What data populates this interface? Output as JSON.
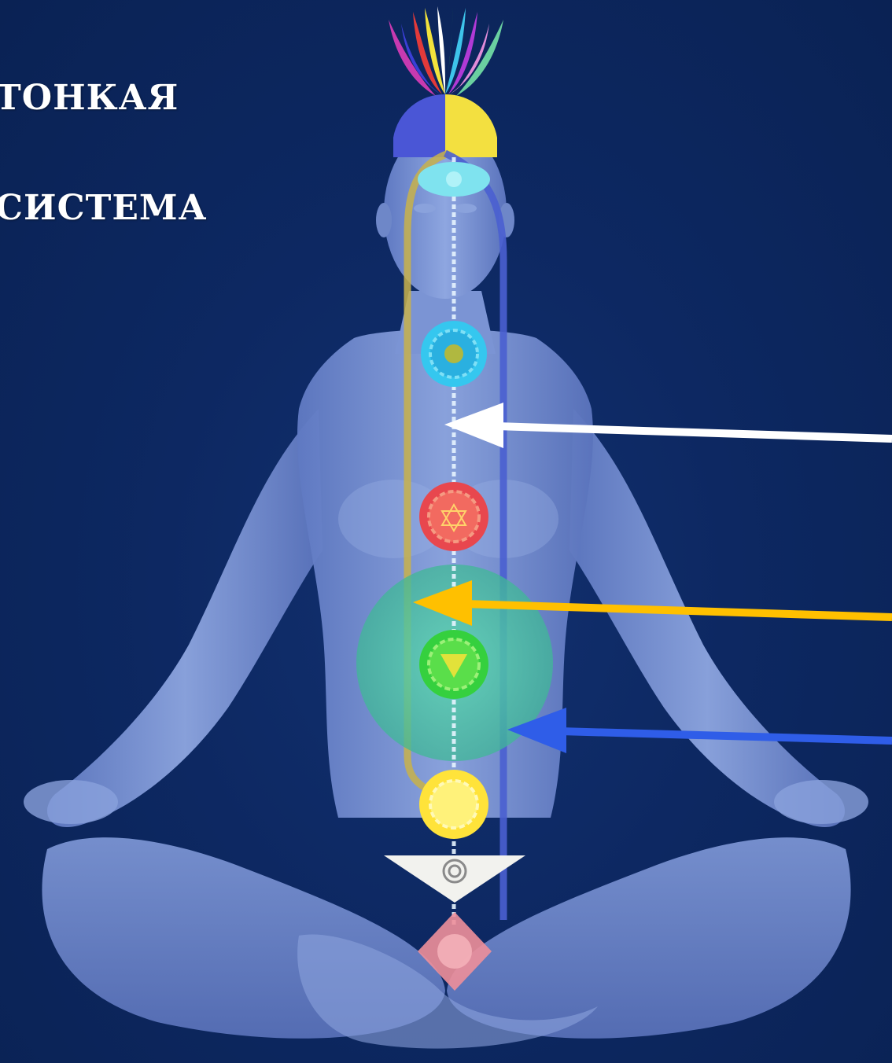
{
  "title": {
    "line1": "ТОНКАЯ",
    "line2": "СИСТЕМА"
  },
  "colors": {
    "background": "#0c2558",
    "body": "#6f88cc",
    "arrow_white": "#ffffff",
    "arrow_yellow": "#ffc000",
    "arrow_blue": "#2f5de8",
    "left_channel": "#c8b24a",
    "right_channel": "#4a5fd0",
    "central_channel": "#e6f4ff",
    "void_circle": "#4ec9a6"
  },
  "chakras": [
    {
      "name": "sahasrara",
      "color": "#ffffff"
    },
    {
      "name": "agnya",
      "color": "#7fe3ef"
    },
    {
      "name": "vishuddhi",
      "color": "#35c7ef"
    },
    {
      "name": "anahat",
      "color": "#e8474e"
    },
    {
      "name": "nabhi",
      "color": "#35d03e"
    },
    {
      "name": "swadishthan",
      "color": "#ffe33a"
    },
    {
      "name": "kundalini",
      "color": "#f2f2ee"
    },
    {
      "name": "mooladhara",
      "color": "#ee8f9a"
    }
  ]
}
